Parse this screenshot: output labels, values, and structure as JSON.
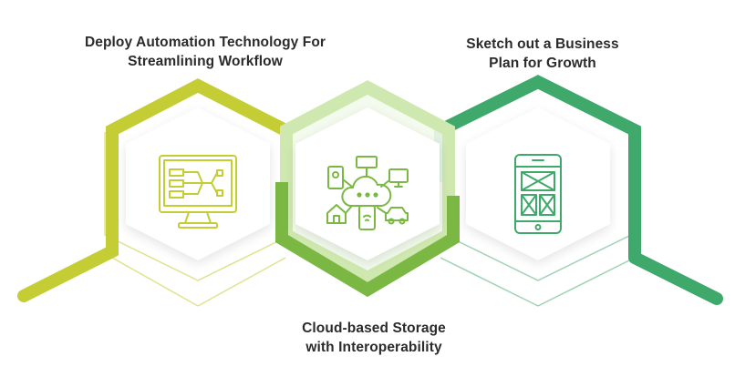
{
  "colors": {
    "lime": "#c5cd34",
    "lime_light": "#dde58a",
    "green_mid": "#7bb843",
    "green_mid_light": "#cfe8b0",
    "green_dark": "#3fa86b",
    "text": "#2b2b2b"
  },
  "steps": [
    {
      "caption": [
        "Deploy Automation Technology For",
        "Streamlining Workflow"
      ],
      "icon": "monitor-workflow-icon"
    },
    {
      "caption": [
        "Cloud-based Storage",
        "with Interoperability"
      ],
      "icon": "cloud-network-icon"
    },
    {
      "caption": [
        "Sketch out a Business",
        "Plan for Growth"
      ],
      "icon": "mobile-wireframe-icon"
    }
  ]
}
